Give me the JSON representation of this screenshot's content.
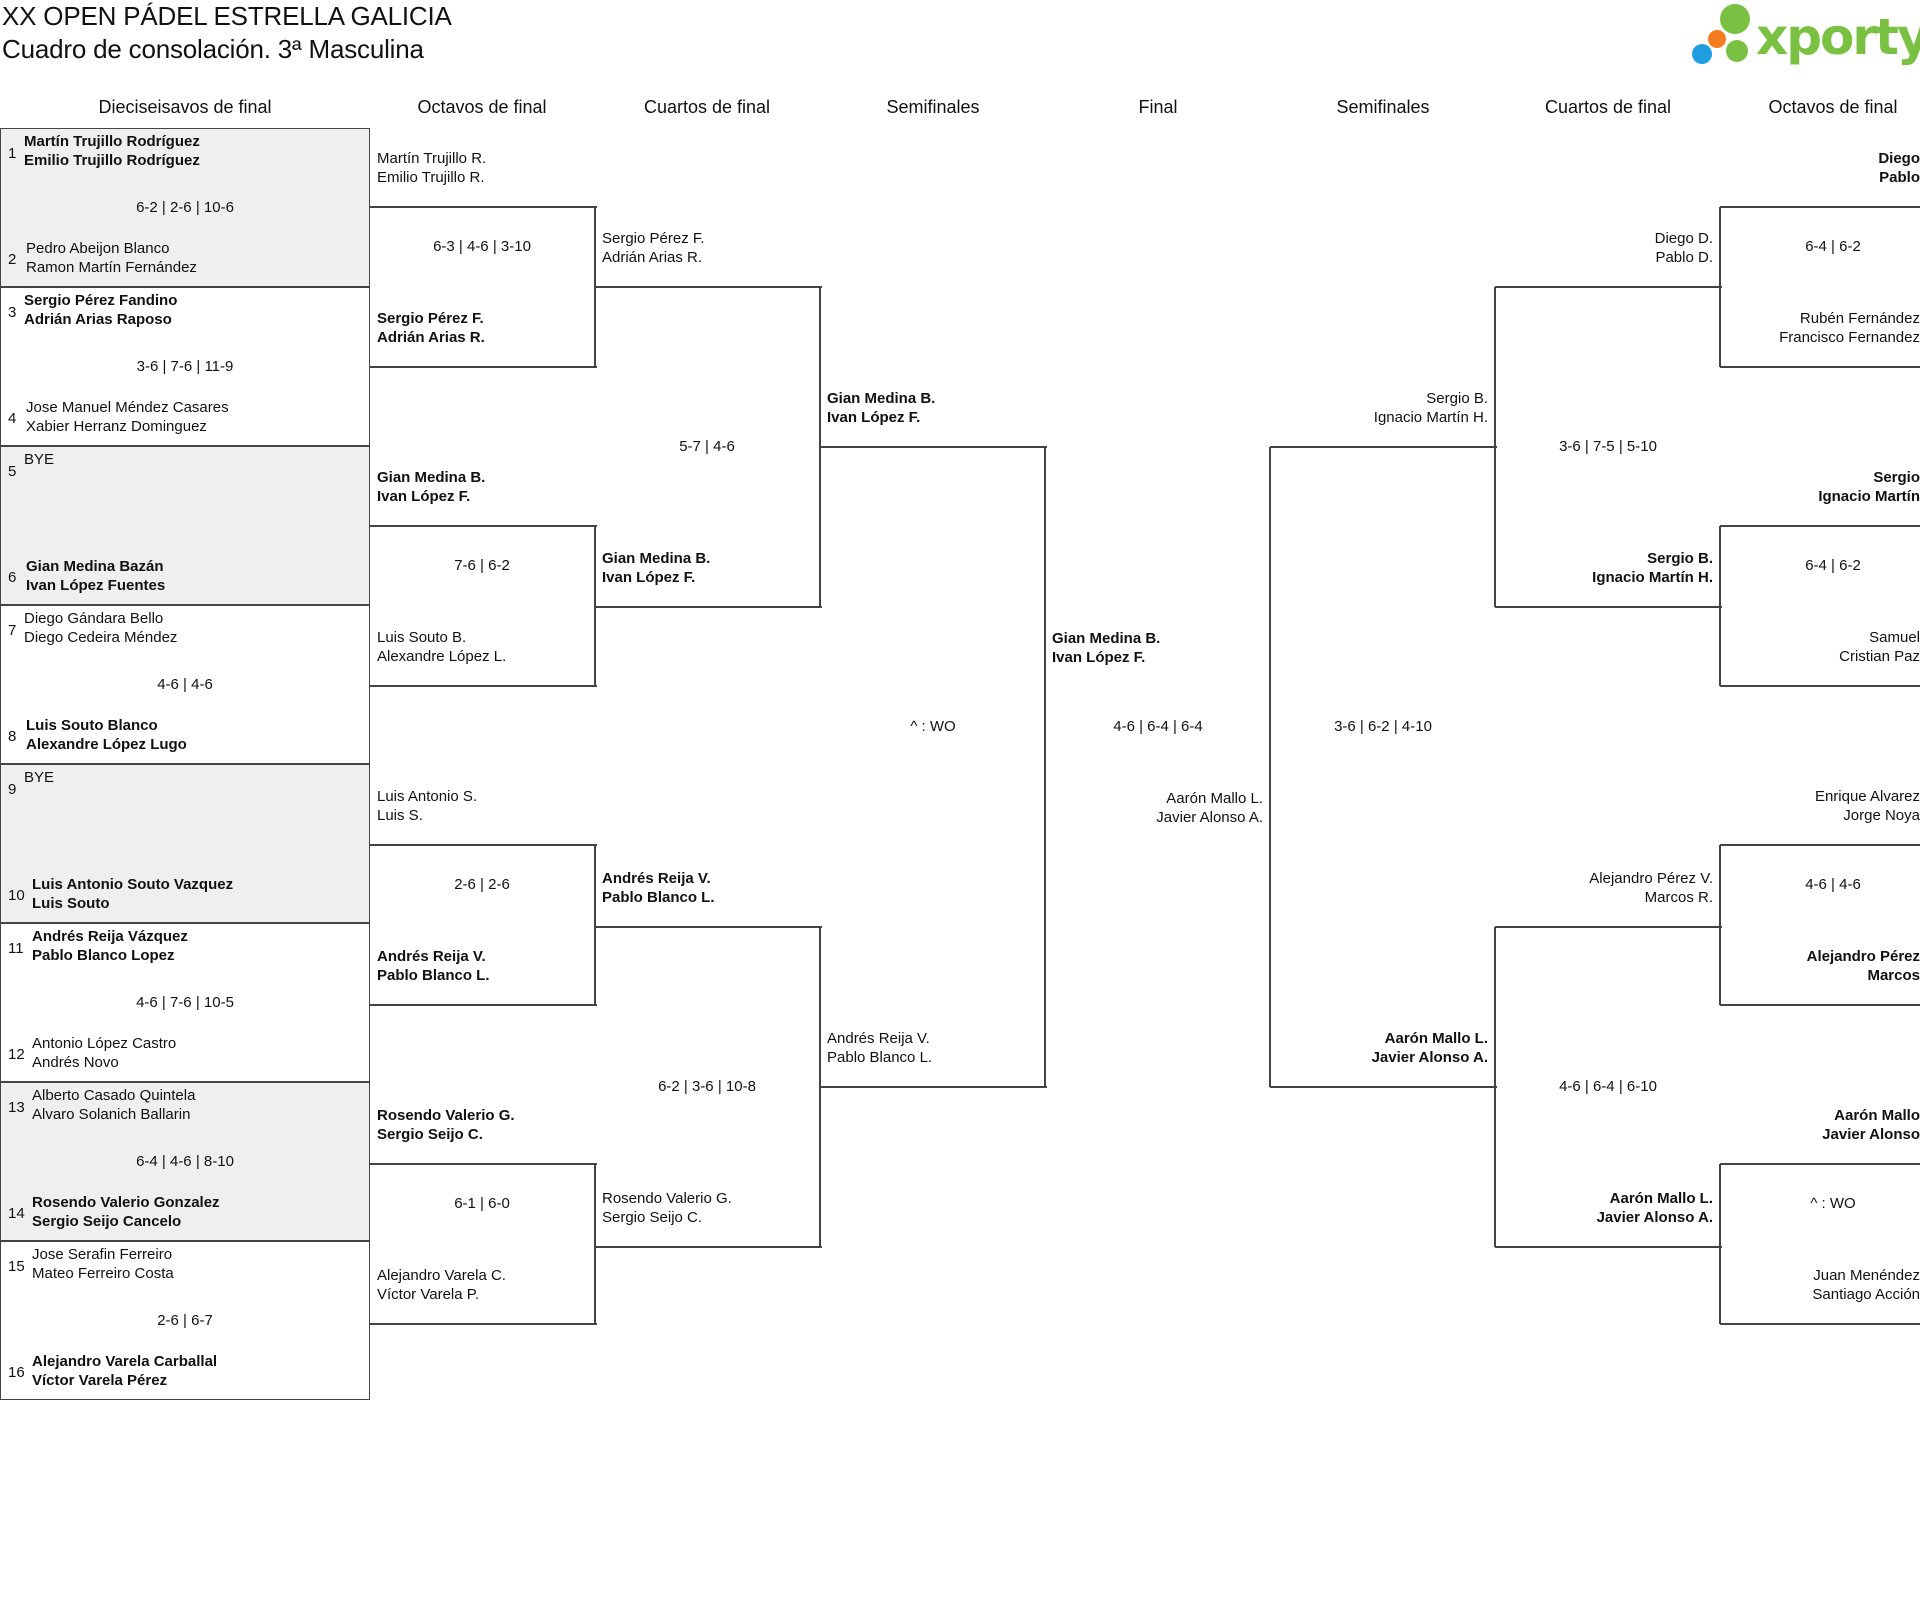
{
  "header": {
    "title": "XX OPEN PÁDEL ESTRELLA GALICIA",
    "subtitle": "Cuadro de consolación. 3ª Masculina",
    "logo_text": "xporty",
    "logo_colors": {
      "green": "#7ac143",
      "orange": "#f57c1f",
      "blue": "#1f9fe0",
      "text": "#7ac143"
    }
  },
  "round_headers": [
    "Dieciseisavos de final",
    "Octavos de final",
    "Cuartos de final",
    "Semifinales",
    "Final",
    "Semifinales",
    "Cuartos de final",
    "Octavos de final"
  ],
  "round16": [
    {
      "score": "6-2 | 2-6 | 10-6",
      "teams": [
        {
          "seed": "1",
          "players": [
            "Martín Trujillo Rodríguez",
            "Emilio Trujillo Rodríguez"
          ],
          "winner": true
        },
        {
          "seed": "2",
          "players": [
            "Pedro Abeijon Blanco",
            "Ramon Martín Fernández"
          ],
          "winner": false
        }
      ]
    },
    {
      "score": "3-6 | 7-6 | 11-9",
      "teams": [
        {
          "seed": "3",
          "players": [
            "Sergio Pérez Fandino",
            "Adrián Arias Raposo"
          ],
          "winner": true
        },
        {
          "seed": "4",
          "players": [
            "Jose Manuel Méndez Casares",
            "Xabier Herranz Dominguez"
          ],
          "winner": false
        }
      ]
    },
    {
      "score": "",
      "teams": [
        {
          "seed": "5",
          "players": [
            "BYE",
            ""
          ],
          "winner": false
        },
        {
          "seed": "6",
          "players": [
            "Gian Medina Bazán",
            "Ivan López Fuentes"
          ],
          "winner": true
        }
      ]
    },
    {
      "score": "4-6 | 4-6",
      "teams": [
        {
          "seed": "7",
          "players": [
            "Diego Gándara Bello",
            "Diego Cedeira Méndez"
          ],
          "winner": false
        },
        {
          "seed": "8",
          "players": [
            "Luis Souto Blanco",
            "Alexandre López Lugo"
          ],
          "winner": true
        }
      ]
    },
    {
      "score": "",
      "teams": [
        {
          "seed": "9",
          "players": [
            "BYE",
            ""
          ],
          "winner": false
        },
        {
          "seed": "10",
          "players": [
            "Luis Antonio Souto Vazquez",
            "Luis Souto"
          ],
          "winner": true
        }
      ]
    },
    {
      "score": "4-6 | 7-6 | 10-5",
      "teams": [
        {
          "seed": "11",
          "players": [
            "Andrés Reija Vázquez",
            "Pablo Blanco Lopez"
          ],
          "winner": true
        },
        {
          "seed": "12",
          "players": [
            "Antonio López Castro",
            "Andrés Novo"
          ],
          "winner": false
        }
      ]
    },
    {
      "score": "6-4 | 4-6 | 8-10",
      "teams": [
        {
          "seed": "13",
          "players": [
            "Alberto Casado Quintela",
            "Alvaro Solanich Ballarin"
          ],
          "winner": false
        },
        {
          "seed": "14",
          "players": [
            "Rosendo Valerio Gonzalez",
            "Sergio Seijo Cancelo"
          ],
          "winner": true
        }
      ]
    },
    {
      "score": "2-6 | 6-7",
      "teams": [
        {
          "seed": "15",
          "players": [
            "Jose Serafin Ferreiro",
            "Mateo Ferreiro Costa"
          ],
          "winner": false
        },
        {
          "seed": "16",
          "players": [
            "Alejandro Varela Carballal",
            "Víctor Varela Pérez"
          ],
          "winner": true
        }
      ]
    }
  ],
  "left_octavos": [
    {
      "score": "6-3 | 4-6 | 3-10",
      "teams": [
        {
          "players": [
            "Martín Trujillo R.",
            "Emilio Trujillo R."
          ],
          "winner": false
        },
        {
          "players": [
            "Sergio Pérez F.",
            "Adrián Arias R."
          ],
          "winner": true
        }
      ]
    },
    {
      "score": "7-6 | 6-2",
      "teams": [
        {
          "players": [
            "Gian Medina B.",
            "Ivan López F."
          ],
          "winner": true
        },
        {
          "players": [
            "Luis Souto B.",
            "Alexandre López L."
          ],
          "winner": false
        }
      ]
    },
    {
      "score": "2-6 | 2-6",
      "teams": [
        {
          "players": [
            "Luis Antonio S.",
            "Luis S."
          ],
          "winner": false
        },
        {
          "players": [
            "Andrés Reija V.",
            "Pablo Blanco L."
          ],
          "winner": true
        }
      ]
    },
    {
      "score": "6-1 | 6-0",
      "teams": [
        {
          "players": [
            "Rosendo Valerio G.",
            "Sergio Seijo C."
          ],
          "winner": true
        },
        {
          "players": [
            "Alejandro Varela C.",
            "Víctor Varela P."
          ],
          "winner": false
        }
      ]
    }
  ],
  "left_cuartos": [
    {
      "score": "5-7 | 4-6",
      "teams": [
        {
          "players": [
            "Sergio Pérez F.",
            "Adrián Arias R."
          ],
          "winner": false
        },
        {
          "players": [
            "Gian Medina B.",
            "Ivan López F."
          ],
          "winner": true
        }
      ]
    },
    {
      "score": "6-2 | 3-6 | 10-8",
      "teams": [
        {
          "players": [
            "Andrés Reija V.",
            "Pablo Blanco L."
          ],
          "winner": true
        },
        {
          "players": [
            "Rosendo Valerio G.",
            "Sergio Seijo C."
          ],
          "winner": false
        }
      ]
    }
  ],
  "left_semi": {
    "score": "^ : WO",
    "teams": [
      {
        "players": [
          "Gian Medina B.",
          "Ivan López F."
        ],
        "winner": true
      },
      {
        "players": [
          "Andrés Reija V.",
          "Pablo Blanco L."
        ],
        "winner": false
      }
    ]
  },
  "final": {
    "score": "4-6 | 6-4 | 6-4",
    "teams": [
      {
        "players": [
          "Gian Medina B.",
          "Ivan López F."
        ],
        "winner": true
      },
      {
        "players": [
          "Aarón Mallo L.",
          "Javier Alonso A."
        ],
        "winner": false
      }
    ]
  },
  "right_semi": {
    "score": "3-6 | 6-2 | 4-10",
    "teams": [
      {
        "players": [
          "Sergio B.",
          "Ignacio Martín H."
        ],
        "winner": false
      },
      {
        "players": [
          "Aarón Mallo L.",
          "Javier Alonso A."
        ],
        "winner": true
      }
    ]
  },
  "right_cuartos": [
    {
      "score": "3-6 | 7-5 | 5-10",
      "teams": [
        {
          "players": [
            "Diego D.",
            "Pablo D."
          ],
          "winner": false
        },
        {
          "players": [
            "Sergio B.",
            "Ignacio Martín H."
          ],
          "winner": true
        }
      ]
    },
    {
      "score": "4-6 | 6-4 | 6-10",
      "teams": [
        {
          "players": [
            "Alejandro Pérez V.",
            "Marcos R."
          ],
          "winner": false
        },
        {
          "players": [
            "Aarón Mallo L.",
            "Javier Alonso A."
          ],
          "winner": true
        }
      ]
    }
  ],
  "right_octavos": [
    {
      "score": "6-4 | 6-2",
      "teams": [
        {
          "players": [
            "Diego",
            "Pablo"
          ],
          "winner": true
        },
        {
          "players": [
            "Rubén Fernández",
            "Francisco Fernandez"
          ],
          "winner": false
        }
      ]
    },
    {
      "score": "6-4 | 6-2",
      "teams": [
        {
          "players": [
            "Sergio",
            "Ignacio Martín"
          ],
          "winner": true
        },
        {
          "players": [
            "Samuel",
            "Cristian Paz"
          ],
          "winner": false
        }
      ]
    },
    {
      "score": "4-6 | 4-6",
      "teams": [
        {
          "players": [
            "Enrique Alvarez",
            "Jorge Noya"
          ],
          "winner": false
        },
        {
          "players": [
            "Alejandro Pérez",
            "Marcos"
          ],
          "winner": true
        }
      ]
    },
    {
      "score": "^ : WO",
      "teams": [
        {
          "players": [
            "Aarón Mallo",
            "Javier Alonso"
          ],
          "winner": true
        },
        {
          "players": [
            "Juan Menéndez",
            "Santiago Acción"
          ],
          "winner": false
        }
      ]
    }
  ]
}
